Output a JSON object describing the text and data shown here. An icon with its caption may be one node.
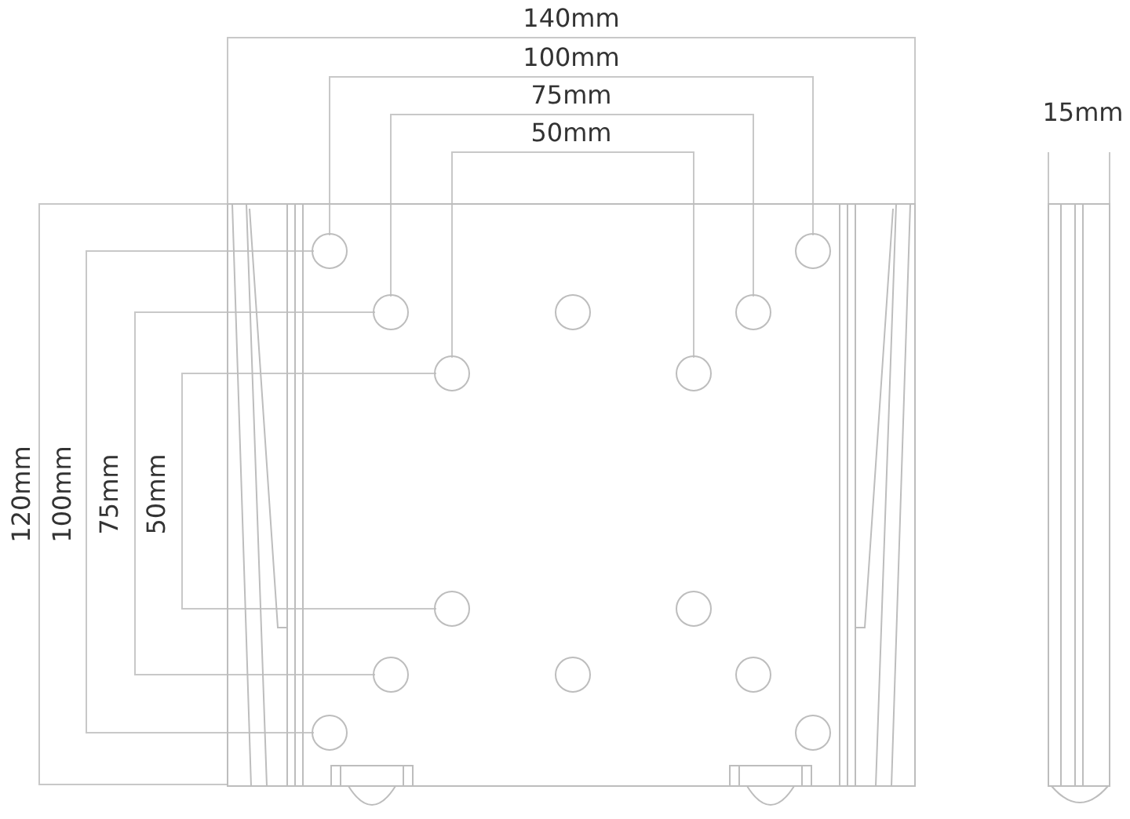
{
  "diagram": {
    "labels": [
      "140mm",
      "100mm",
      "75mm",
      "50mm",
      "15mm",
      "120mm",
      "100mm",
      "75mm",
      "50mm"
    ]
  }
}
